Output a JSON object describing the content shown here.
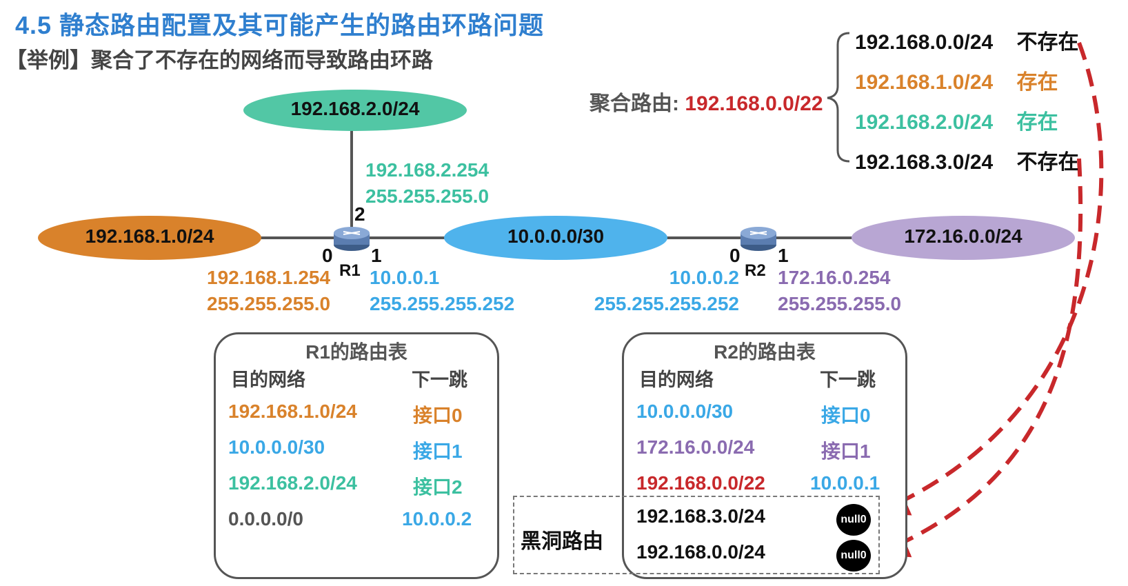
{
  "title": "4.5 静态路由配置及其可能产生的路由环路问题",
  "subtitle": "【举例】聚合了不存在的网络而导致路由环路",
  "colors": {
    "orange": "#d9822b",
    "teal": "#3cc0a0",
    "blue": "#3aa8e6",
    "purple": "#8a6bb0",
    "red": "#c8282b",
    "black": "#111111",
    "grey": "#555555"
  },
  "networks": {
    "top": "192.168.2.0/24",
    "left": "192.168.1.0/24",
    "middle": "10.0.0.0/30",
    "right": "172.16.0.0/24"
  },
  "r1": {
    "name": "R1",
    "if0": "0",
    "if1": "1",
    "if2": "2",
    "if0_ip": "192.168.1.254",
    "if0_mask": "255.255.255.0",
    "if1_ip": "10.0.0.1",
    "if1_mask": "255.255.255.252",
    "if2_ip": "192.168.2.254",
    "if2_mask": "255.255.255.0"
  },
  "r2": {
    "name": "R2",
    "if0": "0",
    "if1": "1",
    "if0_ip": "10.0.0.2",
    "if0_mask": "255.255.255.252",
    "if1_ip": "172.16.0.254",
    "if1_mask": "255.255.255.0"
  },
  "r1_table": {
    "title": "R1的路由表",
    "col_dest": "目的网络",
    "col_next": "下一跳",
    "rows": [
      {
        "dest": "192.168.1.0/24",
        "next": "接口0"
      },
      {
        "dest": "10.0.0.0/30",
        "next": "接口1"
      },
      {
        "dest": "192.168.2.0/24",
        "next": "接口2"
      },
      {
        "dest": "0.0.0.0/0",
        "next": "10.0.0.2"
      }
    ]
  },
  "r2_table": {
    "title": "R2的路由表",
    "col_dest": "目的网络",
    "col_next": "下一跳",
    "rows": [
      {
        "dest": "10.0.0.0/30",
        "next": "接口0"
      },
      {
        "dest": "172.16.0.0/24",
        "next": "接口1"
      },
      {
        "dest": "192.168.0.0/22",
        "next": "10.0.0.1"
      },
      {
        "dest": "192.168.3.0/24",
        "next": "null0"
      },
      {
        "dest": "192.168.0.0/24",
        "next": "null0"
      }
    ]
  },
  "blackhole_label": "黑洞路由",
  "aggregate": {
    "label": "聚合路由:",
    "value": "192.168.0.0/22",
    "items": [
      {
        "net": "192.168.0.0/24",
        "status": "不存在"
      },
      {
        "net": "192.168.1.0/24",
        "status": "存在"
      },
      {
        "net": "192.168.2.0/24",
        "status": "存在"
      },
      {
        "net": "192.168.3.0/24",
        "status": "不存在"
      }
    ]
  }
}
